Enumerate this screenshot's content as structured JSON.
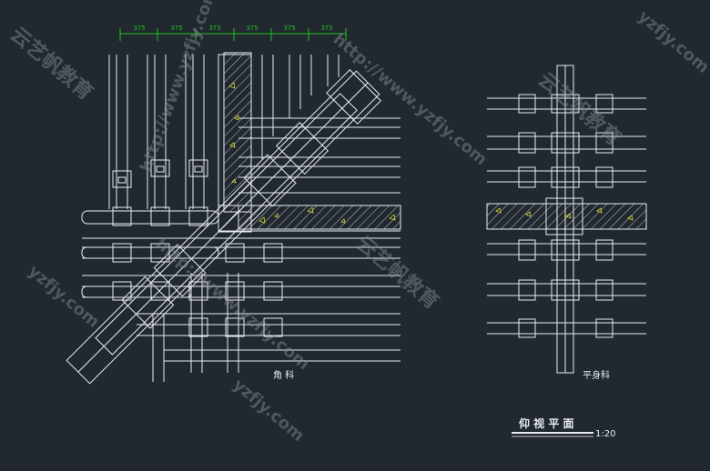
{
  "drawing": {
    "dimension_values": [
      "375",
      "375",
      "375",
      "375",
      "375",
      "375"
    ],
    "label_corner": "角  科",
    "label_flat": "平身科",
    "title": "仰 视 平 面",
    "scale": "1:20"
  },
  "watermarks": {
    "brand": "云艺帆教育",
    "url": "http://www.yzfjy.com",
    "url_short": "yzfjy.com"
  },
  "colors": {
    "background": "#212830",
    "lines": "#e8ecef",
    "dimension": "#22c022",
    "hatch": "#e8ecef",
    "markers": "#d9d92a"
  }
}
